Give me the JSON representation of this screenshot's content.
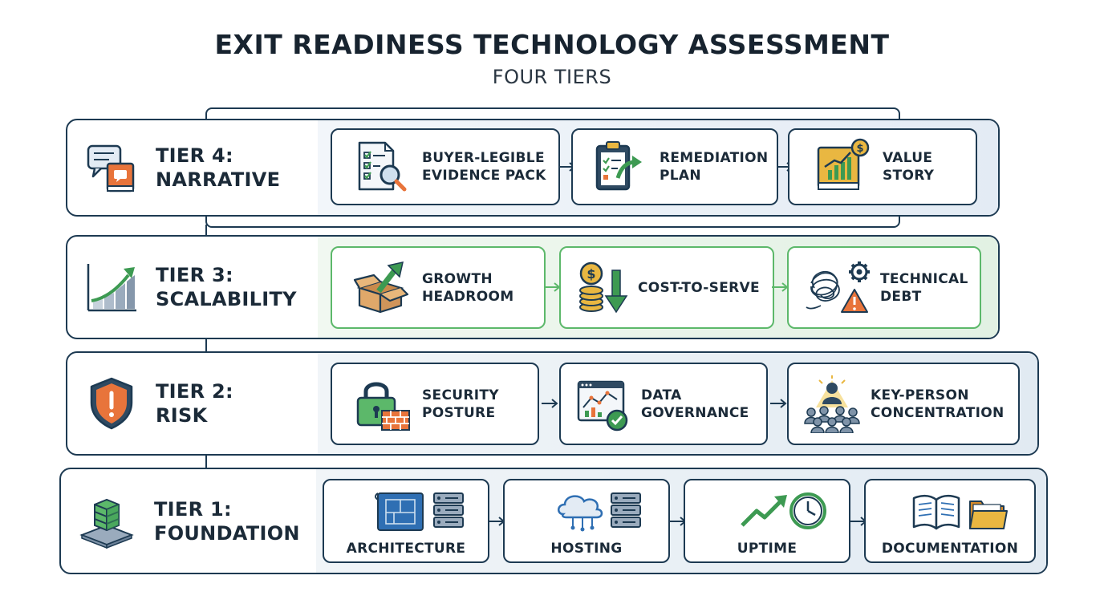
{
  "header": {
    "title": "EXIT READINESS TECHNOLOGY ASSESSMENT",
    "subtitle": "FOUR TIERS"
  },
  "colors": {
    "navy": "#1d3a52",
    "panel_blue": "#e3ebf4",
    "panel_green": "#e6f3e6",
    "green": "#3d9a52",
    "orange": "#e8743b",
    "gold": "#e9b741"
  },
  "tiers": [
    {
      "id": "tier4",
      "label_line1": "TIER 4:",
      "label_line2": "NARRATIVE",
      "icon": "chat-book-icon",
      "items": [
        {
          "line1": "BUYER-LEGIBLE",
          "line2": "EVIDENCE PACK",
          "icon": "checklist-magnifier-icon"
        },
        {
          "line1": "REMEDIATION",
          "line2": "PLAN",
          "icon": "clipboard-arrow-icon"
        },
        {
          "line1": "VALUE",
          "line2": "STORY",
          "icon": "book-chart-dollar-icon"
        }
      ]
    },
    {
      "id": "tier3",
      "label_line1": "TIER 3:",
      "label_line2": "SCALABILITY",
      "icon": "growth-chart-icon",
      "items": [
        {
          "line1": "GROWTH",
          "line2": "HEADROOM",
          "icon": "box-arrow-icon"
        },
        {
          "line1": "COST-TO-SERVE",
          "line2": "",
          "icon": "coins-down-arrow-icon"
        },
        {
          "line1": "TECHNICAL",
          "line2": "DEBT",
          "icon": "tangle-gear-warning-icon"
        }
      ]
    },
    {
      "id": "tier2",
      "label_line1": "TIER 2:",
      "label_line2": "RISK",
      "icon": "shield-warning-icon",
      "items": [
        {
          "line1": "SECURITY",
          "line2": "POSTURE",
          "icon": "padlock-firewall-icon"
        },
        {
          "line1": "DATA",
          "line2": "GOVERNANCE",
          "icon": "dashboard-badge-icon"
        },
        {
          "line1": "KEY-PERSON",
          "line2": "CONCENTRATION",
          "icon": "people-spotlight-icon"
        }
      ]
    },
    {
      "id": "tier1",
      "label_line1": "TIER 1:",
      "label_line2": "FOUNDATION",
      "icon": "server-stack-icon",
      "items": [
        {
          "line1": "ARCHITECTURE",
          "icon": "blueprint-server-icon"
        },
        {
          "line1": "HOSTING",
          "icon": "cloud-server-icon"
        },
        {
          "line1": "UPTIME",
          "icon": "trend-clock-icon"
        },
        {
          "line1": "DOCUMENTATION",
          "icon": "book-folder-icon"
        }
      ]
    }
  ]
}
